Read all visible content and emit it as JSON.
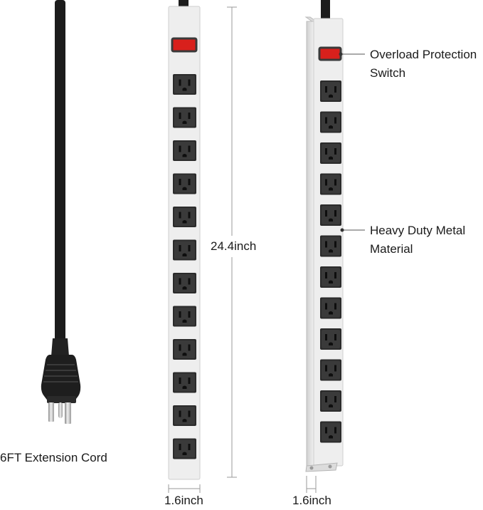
{
  "labels": {
    "cord": "6FT Extension Cord",
    "height": "24.4inch",
    "width_front": "1.6inch",
    "width_side": "1.6inch",
    "switch_line1": "Overload Protection",
    "switch_line2": "Switch",
    "material_line1": "Heavy Duty Metal",
    "material_line2": "Material"
  },
  "product": {
    "outlet_count": 12,
    "switch_color": "#d8201c",
    "housing_color": "#eeeeee",
    "cord_color": "#1c1c1c"
  }
}
